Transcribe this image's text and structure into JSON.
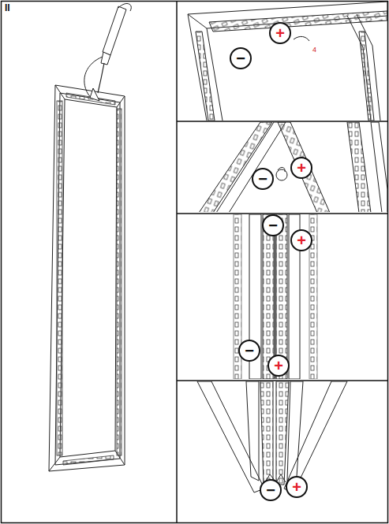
{
  "diagram": {
    "nodes": [
      {
        "text": [
          "+"
        ]
      },
      {
        "text": [
          "−"
        ]
      },
      {
        "text": [
          "−"
        ]
      },
      {
        "text": [
          "+"
        ]
      },
      {
        "text": [
          "−"
        ]
      },
      {
        "text": [
          "+"
        ]
      },
      {
        "text": [
          "−"
        ]
      },
      {
        "text": [
          "+"
        ]
      },
      {
        "text": [
          "−"
        ]
      },
      {
        "text": [
          "+"
        ]
      }
    ],
    "labels": [
      "II",
      "4"
    ]
  }
}
